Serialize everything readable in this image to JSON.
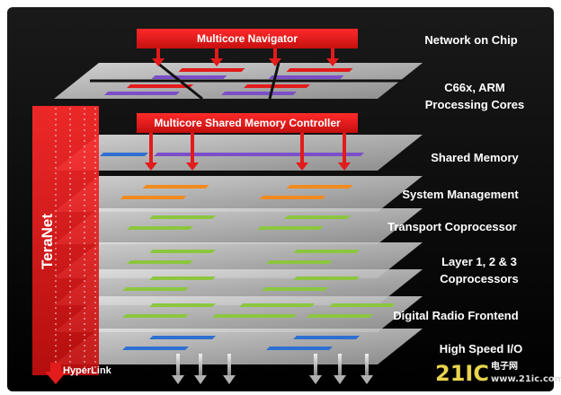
{
  "top_bars": {
    "navigator": "Multicore Navigator",
    "msmc": "Multicore  Shared Memory  Controller"
  },
  "side": {
    "teranet": "TeraNet",
    "hyperlink": "HyperLink"
  },
  "labels": [
    "Network on Chip",
    "C66x, ARM",
    "Processing Cores",
    "Shared Memory",
    "System Management",
    "Transport  Coprocessor",
    "Layer  1, 2 & 3",
    "Coprocessors",
    "Digital Radio Frontend",
    "High Speed I/O"
  ],
  "watermark": {
    "brand": "21IC",
    "cn": "电子网",
    "url": "www.21ic.com"
  },
  "colors": {
    "red": "#e31b1b",
    "purple": "#7b4fc9",
    "blue": "#2f6fd0",
    "orange": "#f28a1e",
    "green": "#8cc63f",
    "layer": "#c9c9c9"
  }
}
